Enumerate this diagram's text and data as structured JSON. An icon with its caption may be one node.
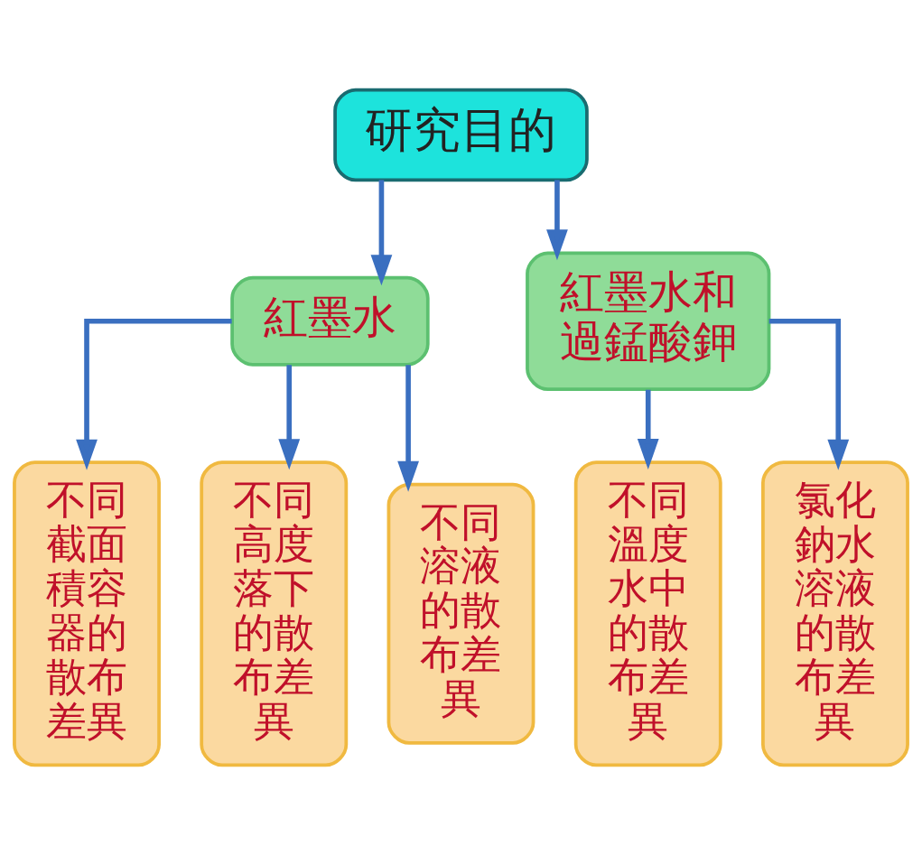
{
  "diagram": {
    "nodes": [
      {
        "text": [
          "研究目的"
        ]
      },
      {
        "text": [
          "紅墨水"
        ]
      },
      {
        "text": [
          "紅墨水和過錳酸鉀"
        ]
      },
      {
        "text": [
          "不同截面積容器的散布差異"
        ]
      },
      {
        "text": [
          "不同高度落下的散布差異"
        ]
      },
      {
        "text": [
          "不同溶液的散布差異"
        ]
      },
      {
        "text": [
          "不同溫度水中的散布差異"
        ]
      },
      {
        "text": [
          "氯化鈉水溶液的散布差異"
        ]
      }
    ],
    "edges": [
      {
        "from": 0,
        "to": 1,
        "arrow": "to"
      },
      {
        "from": 0,
        "to": 2,
        "arrow": "to"
      },
      {
        "from": 1,
        "to": 3,
        "arrow": "to"
      },
      {
        "from": 1,
        "to": 4,
        "arrow": "to"
      },
      {
        "from": 1,
        "to": 5,
        "arrow": "to"
      },
      {
        "from": 2,
        "to": 6,
        "arrow": "to"
      },
      {
        "from": 2,
        "to": 7,
        "arrow": "to"
      }
    ]
  }
}
